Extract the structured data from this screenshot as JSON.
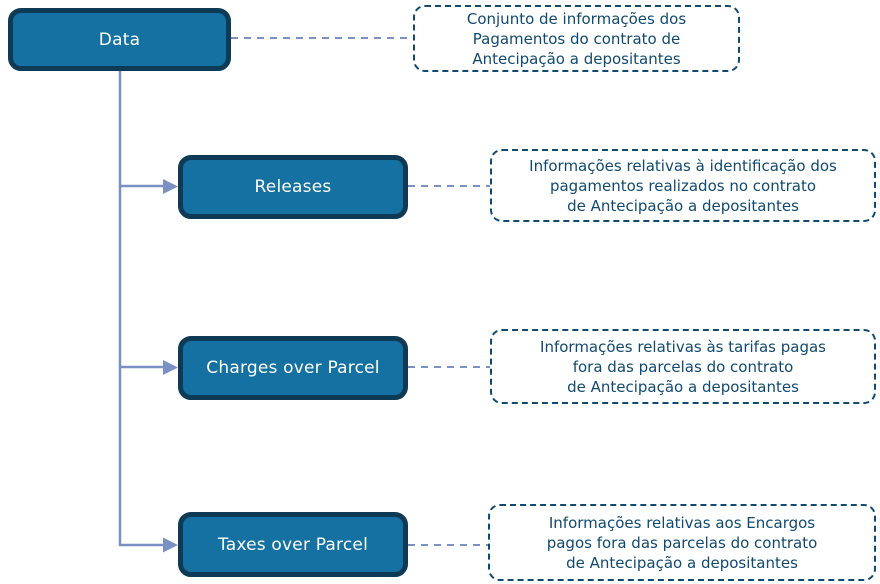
{
  "diagram": {
    "root": {
      "label": "Data"
    },
    "children": [
      {
        "label": "Releases"
      },
      {
        "label": "Charges over Parcel"
      },
      {
        "label": "Taxes over Parcel"
      }
    ],
    "annotations": [
      {
        "lines": [
          "Conjunto de informações dos",
          "Pagamentos do contrato de",
          "Antecipação a depositantes"
        ]
      },
      {
        "lines": [
          "Informações relativas à identificação dos",
          "pagamentos realizados no contrato",
          "de Antecipação a depositantes"
        ]
      },
      {
        "lines": [
          "Informações relativas às tarifas pagas",
          "fora das parcelas do contrato",
          "de Antecipação a depositantes"
        ]
      },
      {
        "lines": [
          "Informações relativas aos Encargos",
          "pagos fora das parcelas do contrato",
          "de Antecipação a depositantes"
        ]
      }
    ],
    "colors": {
      "node_fill": "#1571a1",
      "node_border": "#0e3a56",
      "node_text": "#ffffff",
      "annotation_border": "#114a70",
      "annotation_text": "#114a70",
      "connector": "#7b90c5"
    }
  }
}
